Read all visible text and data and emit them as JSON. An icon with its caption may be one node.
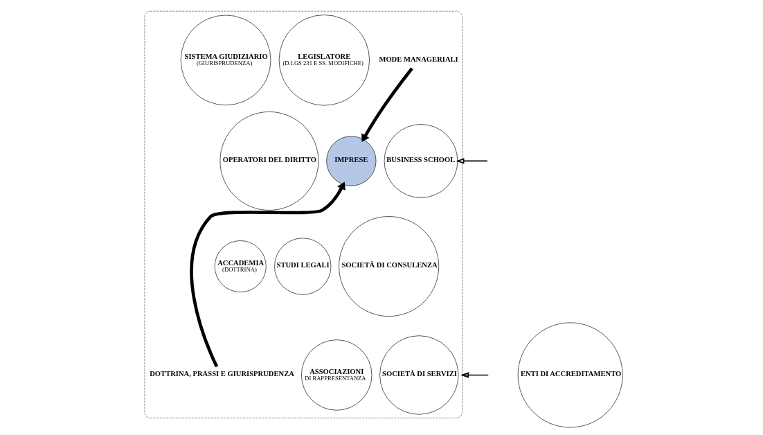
{
  "diagram": {
    "nodes": [
      {
        "text": [],
        "shape": "box"
      },
      {
        "text": [
          "SISTEMA GIUDIZIARIO",
          "(GIURISPRUDENZA)"
        ],
        "in": 0
      },
      {
        "text": [
          "LEGISLATORE",
          "(D.LGS 231 E SS. MODIFICHE)"
        ],
        "in": 0
      },
      {
        "text": [
          "OPERATORI DEL DIRITTO"
        ],
        "in": 0
      },
      {
        "text": [
          "STUDI LEGALI"
        ],
        "in": 0
      },
      {
        "text": [
          "ACCADEMIA",
          "(DOTTRINA)"
        ],
        "in": 0
      },
      {
        "text": [
          "IMPRESE"
        ],
        "in": 0
      },
      {
        "text": [
          "MODE MANAGERIALI"
        ],
        "in": 0
      },
      {
        "text": [
          "BUSINESS SCHOOL"
        ],
        "in": 0
      },
      {
        "text": [
          "SOCIETÀ DI CONSULENZA"
        ],
        "in": 0
      },
      {
        "text": [
          "DOTTRINA, PRASSI E GIURISPRUDENZA"
        ],
        "in": 0
      },
      {
        "text": [
          "ASSOCIAZIONI",
          "DI RAPPRESENTANZA"
        ],
        "in": 0
      },
      {
        "text": [
          "SOCIETÀ DI SERVIZI"
        ],
        "in": 0
      },
      {
        "text": [
          "ENTI DI ACCREDITAMENTO"
        ]
      }
    ],
    "edges": [
      {
        "from": 7,
        "to": 6,
        "arrow": "to",
        "style": "thick"
      },
      {
        "from": 10,
        "to": 6,
        "arrow": "to",
        "style": "thick"
      },
      {
        "from": null,
        "to": 8,
        "arrow": "to"
      },
      {
        "from": null,
        "to": 0,
        "arrow": "to"
      }
    ]
  }
}
